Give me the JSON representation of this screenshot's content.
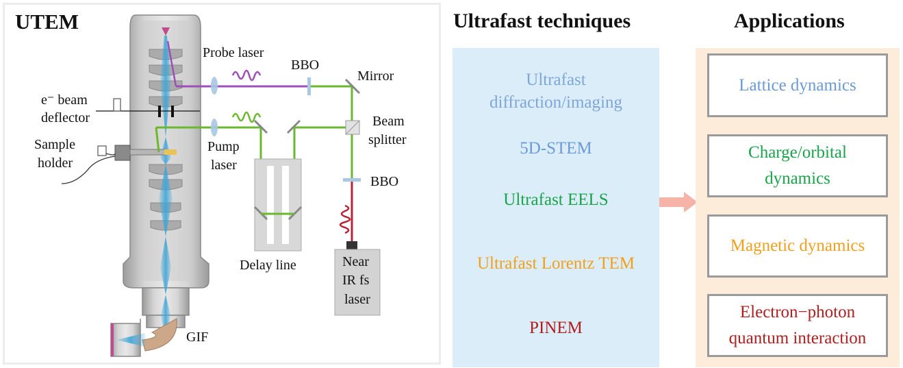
{
  "utem": {
    "title": "UTEM",
    "labels": {
      "probe_laser": "Probe laser",
      "bbo_top": "BBO",
      "mirror": "Mirror",
      "beam_deflector_line1": "e⁻ beam",
      "beam_deflector_line2": "deflector",
      "beam_splitter_line1": "Beam",
      "beam_splitter_line2": "splitter",
      "sample_holder_line1": "Sample",
      "sample_holder_line2": "holder",
      "pump_laser_line1": "Pump",
      "pump_laser_line2": "laser",
      "bbo_bottom": "BBO",
      "delay_line": "Delay line",
      "near_ir_line1": "Near",
      "near_ir_line2": "IR fs",
      "near_ir_line3": "laser",
      "gif": "GIF"
    }
  },
  "techniques": {
    "title": "Ultrafast techniques",
    "items": [
      {
        "text": "Ultrafast diffraction/imaging",
        "color": "#7ea6d9"
      },
      {
        "text": "5D-STEM",
        "color": "#6b9ad6"
      },
      {
        "text": "Ultrafast EELS",
        "color": "#1aa34a"
      },
      {
        "text": "Ultrafast Lorentz TEM",
        "color": "#f0a020"
      },
      {
        "text": "PINEM",
        "color": "#b01e1e"
      }
    ]
  },
  "applications": {
    "title": "Applications",
    "items": [
      {
        "text": "Lattice dynamics",
        "color": "#6b9ad6"
      },
      {
        "text": "Charge/orbital dynamics",
        "color": "#1aa34a"
      },
      {
        "text": "Magnetic dynamics",
        "color": "#f0a020"
      },
      {
        "text": "Electron−photon quantum interaction",
        "color": "#b01e1e"
      }
    ]
  },
  "colors": {
    "probe_beam": "#9c4fb8",
    "pump_beam": "#6ab82e",
    "ir_beam": "#b82335",
    "electron_beam": "#3ea5d8",
    "arrow": "#f6b4a8"
  }
}
